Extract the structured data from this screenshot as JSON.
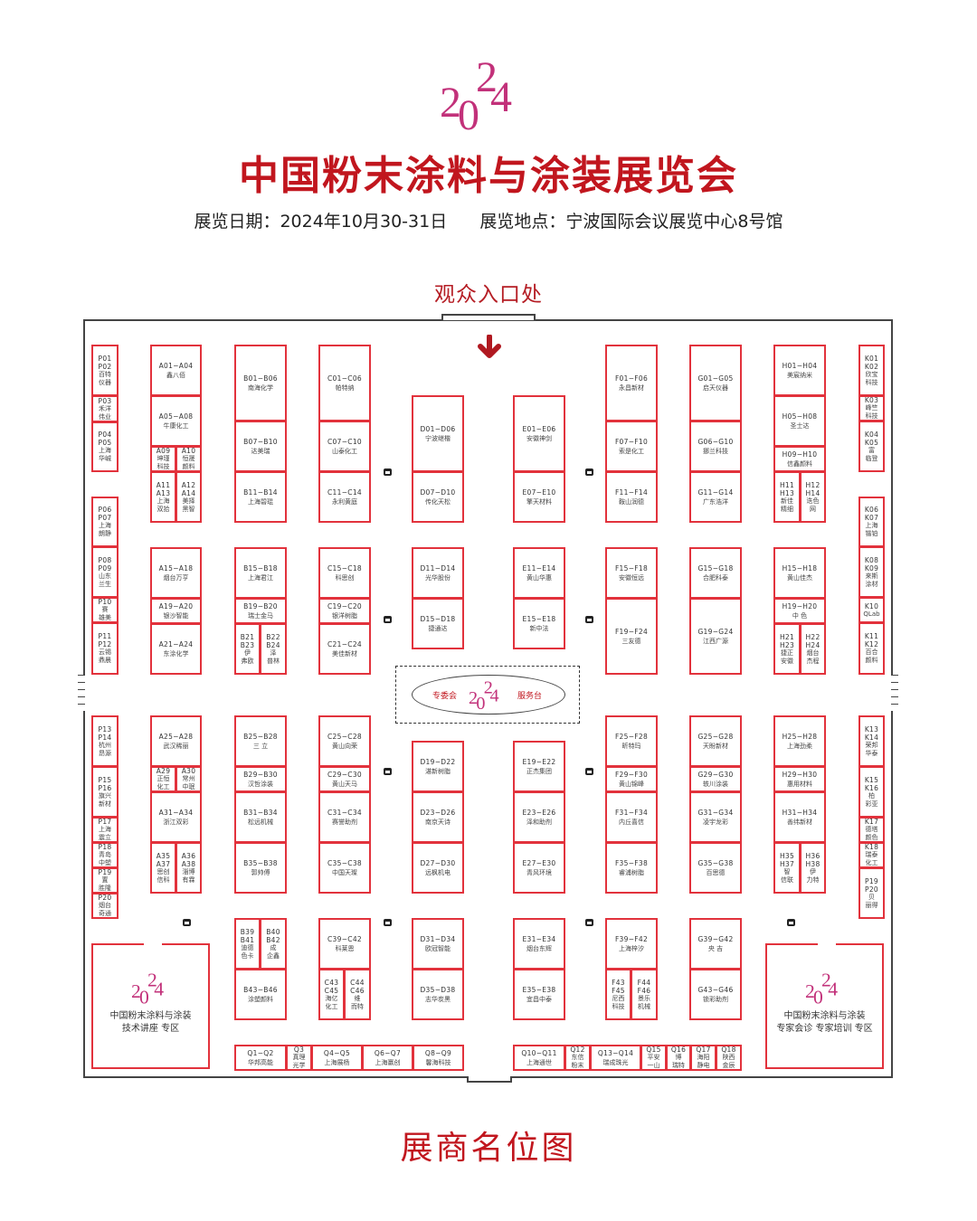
{
  "logo_text": "2024",
  "header": {
    "title": "中国粉末涂料与涂装展览会",
    "info": "展览日期：2024年10月30-31日      展览地点：宁波国际会议展览中心8号馆",
    "entrance": "观众入口处"
  },
  "service_desk": {
    "left": "专委会",
    "right": "服务台"
  },
  "zones": {
    "left": "中国粉末涂料与涂装\n技术讲座  专区",
    "right": "中国粉末涂料与涂装\n专家会诊  专家培训  专区"
  },
  "footer": {
    "title": "展商名位图"
  },
  "colors": {
    "booth_border": "#e2323c",
    "title_red": "#c1161e",
    "logo_magenta": "#c2317a"
  },
  "booths": [
    {
      "code": "P01\nP02",
      "name": "百特\n仪器"
    },
    {
      "code": "P03",
      "name": "禾洋\n伟业"
    },
    {
      "code": "P04\nP05",
      "name": "上海\n华峸"
    },
    {
      "code": "P06\nP07",
      "name": "上海\n朗静"
    },
    {
      "code": "P08\nP09",
      "name": "山东\n兰生"
    },
    {
      "code": "P10",
      "name": "赛\n雄美"
    },
    {
      "code": "P11\nP12",
      "name": "云锡\n鼎晨"
    },
    {
      "code": "P13\nP14",
      "name": "杭州\n昂源"
    },
    {
      "code": "P15\nP16",
      "name": "旗兴\n新材"
    },
    {
      "code": "P17",
      "name": "上海\n震立"
    },
    {
      "code": "P18",
      "name": "青岛\n中塑"
    },
    {
      "code": "P19",
      "name": "置\n胜隆"
    },
    {
      "code": "P20",
      "name": "烟台\n奇通"
    },
    {
      "code": "A01−A04",
      "name": "鑫八佰"
    },
    {
      "code": "A05−A08",
      "name": "牛康化工"
    },
    {
      "code": "A09",
      "name": "坤瑾\n科技"
    },
    {
      "code": "A10",
      "name": "恒晟\n颜料"
    },
    {
      "code": "A11\nA13",
      "name": "上海\n双拾"
    },
    {
      "code": "A12\nA14",
      "name": "美择\n黑智"
    },
    {
      "code": "A15−A18",
      "name": "烟台万亨"
    },
    {
      "code": "A19−A20",
      "name": "银沙智能"
    },
    {
      "code": "A21−A24",
      "name": "东涂化学"
    },
    {
      "code": "A25−A28",
      "name": "武汉稀丽"
    },
    {
      "code": "A29",
      "name": "正恒\n化工"
    },
    {
      "code": "A30",
      "name": "常州\n中珉"
    },
    {
      "code": "A31−A34",
      "name": "浙江双彩"
    },
    {
      "code": "A35\nA37",
      "name": "思创\n信科"
    },
    {
      "code": "A36\nA38",
      "name": "淄博\n有霖"
    },
    {
      "code": "B01−B06",
      "name": "南海化学"
    },
    {
      "code": "B07−B10",
      "name": "达美瑞"
    },
    {
      "code": "B11−B14",
      "name": "上海碧琨"
    },
    {
      "code": "B15−B18",
      "name": "上海君江"
    },
    {
      "code": "B19−B20",
      "name": "瑞士金马"
    },
    {
      "code": "B21\nB23",
      "name": "伊\n弗欧"
    },
    {
      "code": "B22\nB24",
      "name": "泽\n普林"
    },
    {
      "code": "B25−B28",
      "name": "三  立"
    },
    {
      "code": "B29−B30",
      "name": "汉哲涂装"
    },
    {
      "code": "B31−B34",
      "name": "松远机械"
    },
    {
      "code": "B35−B38",
      "name": "郭帅傅"
    },
    {
      "code": "B39\nB41",
      "name": "迪德\n色卡"
    },
    {
      "code": "B40\nB42",
      "name": "成\n企鑫"
    },
    {
      "code": "B43−B46",
      "name": "涂塑颜料"
    },
    {
      "code": "C01−C06",
      "name": "帕特纳"
    },
    {
      "code": "C07−C10",
      "name": "山泰化工"
    },
    {
      "code": "C11−C14",
      "name": "永利黄庭"
    },
    {
      "code": "C15−C18",
      "name": "科思创"
    },
    {
      "code": "C19−C20",
      "name": "银洋树脂"
    },
    {
      "code": "C21−C24",
      "name": "美佳新材"
    },
    {
      "code": "C25−C28",
      "name": "黄山向荣"
    },
    {
      "code": "C29−C30",
      "name": "黄山天马"
    },
    {
      "code": "C31−C34",
      "name": "赛誉助剂"
    },
    {
      "code": "C35−C38",
      "name": "中国天璨"
    },
    {
      "code": "C39−C42",
      "name": "科莱恩"
    },
    {
      "code": "C43\nC45",
      "name": "海亿\n化工"
    },
    {
      "code": "C44\nC46",
      "name": "维\n而特"
    },
    {
      "code": "D01−D06",
      "name": "宁波继楷"
    },
    {
      "code": "D07−D10",
      "name": "传化天松"
    },
    {
      "code": "D11−D14",
      "name": "光华股份"
    },
    {
      "code": "D15−D18",
      "name": "捷通达"
    },
    {
      "code": "D19−D22",
      "name": "湛新树脂"
    },
    {
      "code": "D23−D26",
      "name": "南京天诗"
    },
    {
      "code": "D27−D30",
      "name": "远枫机电"
    },
    {
      "code": "D31−D34",
      "name": "欧冠智能"
    },
    {
      "code": "D35−D38",
      "name": "志华炭黑"
    },
    {
      "code": "E01−E06",
      "name": "安徽神剑"
    },
    {
      "code": "E07−E10",
      "name": "擎天材料"
    },
    {
      "code": "E11−E14",
      "name": "黄山华惠"
    },
    {
      "code": "E15−E18",
      "name": "新中法"
    },
    {
      "code": "E19−E22",
      "name": "正杰集团"
    },
    {
      "code": "E23−E26",
      "name": "泽和助剂"
    },
    {
      "code": "E27−E30",
      "name": "青风环境"
    },
    {
      "code": "E31−E34",
      "name": "烟台东辉"
    },
    {
      "code": "E35−E38",
      "name": "宜昌中泰"
    },
    {
      "code": "F01−F06",
      "name": "永昌新材"
    },
    {
      "code": "F07−F10",
      "name": "索是化工"
    },
    {
      "code": "F11−F14",
      "name": "鞍山润德"
    },
    {
      "code": "F15−F18",
      "name": "安徽恒远"
    },
    {
      "code": "F19−F24",
      "name": "三友德"
    },
    {
      "code": "F25−F28",
      "name": "昕特玛"
    },
    {
      "code": "F29−F30",
      "name": "黄山锦峰"
    },
    {
      "code": "F31−F34",
      "name": "内丘喜信"
    },
    {
      "code": "F35−F38",
      "name": "睿浦树脂"
    },
    {
      "code": "F39−F42",
      "name": "上海梓汐"
    },
    {
      "code": "F43\nF45",
      "name": "尼西\n科技"
    },
    {
      "code": "F44\nF46",
      "name": "景乐\n机械"
    },
    {
      "code": "G01−G05",
      "name": "启天仪器"
    },
    {
      "code": "G06−G10",
      "name": "挪兰科技"
    },
    {
      "code": "G11−G14",
      "name": "广东浩洋"
    },
    {
      "code": "G15−G18",
      "name": "合肥科泰"
    },
    {
      "code": "G19−G24",
      "name": "江西广源"
    },
    {
      "code": "G25−G28",
      "name": "天盼新材"
    },
    {
      "code": "G29−G30",
      "name": "轶川涂装"
    },
    {
      "code": "G31−G34",
      "name": "凌宇龙彩"
    },
    {
      "code": "G35−G38",
      "name": "百思德"
    },
    {
      "code": "G39−G42",
      "name": "央  吉"
    },
    {
      "code": "G43−G46",
      "name": "锁彩助剂"
    },
    {
      "code": "H01−H04",
      "name": "美宸纳米"
    },
    {
      "code": "H05−H08",
      "name": "圣士达"
    },
    {
      "code": "H09−H10",
      "name": "信鑫颜料"
    },
    {
      "code": "H11\nH13",
      "name": "新佳\n精细"
    },
    {
      "code": "H12\nH14",
      "name": "迭色\n网"
    },
    {
      "code": "H15−H18",
      "name": "黄山佳杰"
    },
    {
      "code": "H19−H20",
      "name": "中  色"
    },
    {
      "code": "H21\nH23",
      "name": "捷正\n安徽"
    },
    {
      "code": "H22\nH24",
      "name": "烟台\n杰程"
    },
    {
      "code": "H25−H28",
      "name": "上海劲柔"
    },
    {
      "code": "H29−H30",
      "name": "惠用材料"
    },
    {
      "code": "H31−H34",
      "name": "善纬新材"
    },
    {
      "code": "H35\nH37",
      "name": "智\n信联"
    },
    {
      "code": "H36\nH38",
      "name": "伊\n力特"
    },
    {
      "code": "K01\nK02",
      "name": "欣宝\n科技"
    },
    {
      "code": "K03",
      "name": "峰竺\n科技"
    },
    {
      "code": "K04\nK05",
      "name": "富\n临登"
    },
    {
      "code": "K06\nK07",
      "name": "上海\n锴铂"
    },
    {
      "code": "K08\nK09",
      "name": "来斯\n涂材"
    },
    {
      "code": "K10",
      "name": "QLab"
    },
    {
      "code": "K11\nK12",
      "name": "百合\n颜料"
    },
    {
      "code": "K13\nK14",
      "name": "荣邦\n华泰"
    },
    {
      "code": "K15\nK16",
      "name": "柏\n彩亚"
    },
    {
      "code": "K17",
      "name": "德塔\n颜色"
    },
    {
      "code": "K18",
      "name": "瑞泰\n化工"
    },
    {
      "code": "P19\nP20",
      "name": "贝\n丽得"
    },
    {
      "code": "Q1−Q2",
      "name": "华邦高能"
    },
    {
      "code": "Q3",
      "name": "真理\n光学"
    },
    {
      "code": "Q4−Q5",
      "name": "上海展杨"
    },
    {
      "code": "Q6−Q7",
      "name": "上海赢创"
    },
    {
      "code": "Q8−Q9",
      "name": "馨海科技"
    },
    {
      "code": "Q10−Q11",
      "name": "上海通世"
    },
    {
      "code": "Q12",
      "name": "东信\n粉末"
    },
    {
      "code": "Q13−Q14",
      "name": "瑞成珠光"
    },
    {
      "code": "Q15",
      "name": "平安\n一山"
    },
    {
      "code": "Q16",
      "name": "博\n瑞特"
    },
    {
      "code": "Q17",
      "name": "海阳\n静电"
    },
    {
      "code": "Q18",
      "name": "陕西\n金辰"
    }
  ]
}
